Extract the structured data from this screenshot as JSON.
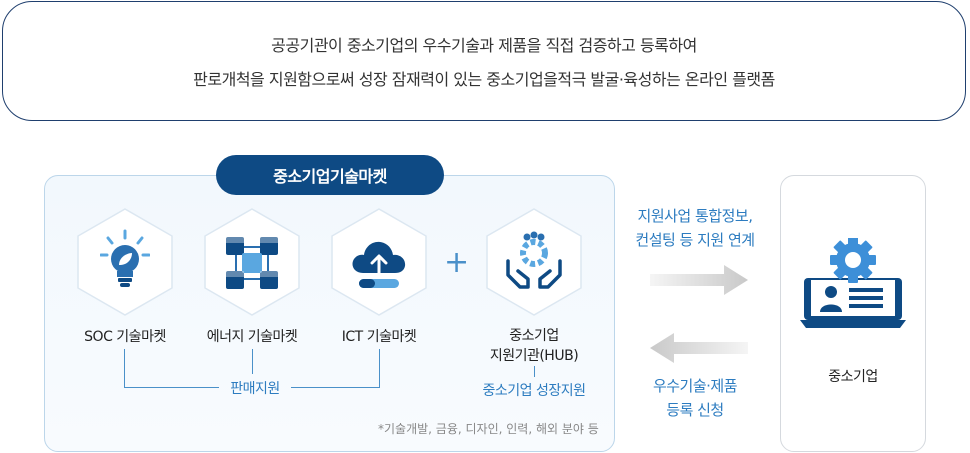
{
  "intro": {
    "line1": "공공기관이 중소기업의 우수기술과 제품을 직접 검증하고 등록하여",
    "line2": "판로개척을 지원함으로써 성장 잠재력이 있는 중소기업을적극 발굴·육성하는 온라인 플랫폼"
  },
  "market": {
    "title": "중소기업기술마켓",
    "items": [
      {
        "label": "SOC 기술마켓",
        "icon": "lightbulb-icon"
      },
      {
        "label": "에너지 기술마켓",
        "icon": "network-cubes-icon"
      },
      {
        "label": "ICT 기술마켓",
        "icon": "cloud-upload-icon"
      }
    ],
    "hub": {
      "label_line1": "중소기업",
      "label_line2": "지원기관(HUB)",
      "icon": "hands-gear-icon"
    },
    "plus": "+",
    "sales_support": "판매지원",
    "growth_support": "중소기업 성장지원",
    "note": "*기술개발, 금융, 디자인, 인력, 해외 분야 등"
  },
  "flows": {
    "to_company": {
      "line1": "지원사업 통합정보,",
      "line2": "컨설팅 등 지원 연계"
    },
    "to_market": {
      "line1": "우수기술·제품",
      "line2": "등록 신청"
    }
  },
  "company": {
    "label": "중소기업",
    "icon": "laptop-profile-gear-icon"
  },
  "colors": {
    "navy": "#0e4a84",
    "accent": "#2d7cc0",
    "icon_blue": "#2a6fb0",
    "icon_light": "#5aa7e0"
  }
}
